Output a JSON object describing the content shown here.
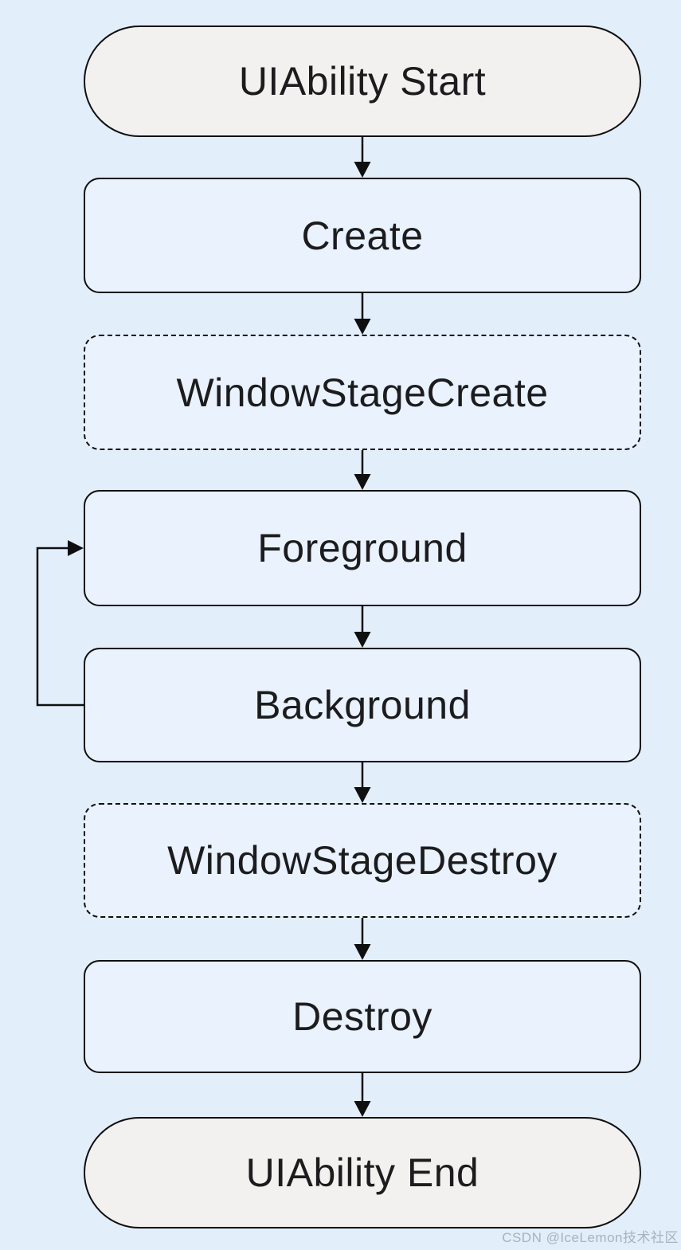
{
  "nodes": [
    {
      "id": "uiability-start",
      "label": "UIAbility Start",
      "shape": "stadium"
    },
    {
      "id": "create",
      "label": "Create",
      "shape": "rect"
    },
    {
      "id": "window-stage-create",
      "label": "WindowStageCreate",
      "shape": "rect-dashed"
    },
    {
      "id": "foreground",
      "label": "Foreground",
      "shape": "rect"
    },
    {
      "id": "background",
      "label": "Background",
      "shape": "rect"
    },
    {
      "id": "window-stage-destroy",
      "label": "WindowStageDestroy",
      "shape": "rect-dashed"
    },
    {
      "id": "destroy",
      "label": "Destroy",
      "shape": "rect"
    },
    {
      "id": "uiability-end",
      "label": "UIAbility End",
      "shape": "stadium"
    }
  ],
  "edges": [
    {
      "from": "uiability-start",
      "to": "create",
      "type": "down-arrow"
    },
    {
      "from": "create",
      "to": "window-stage-create",
      "type": "down-arrow"
    },
    {
      "from": "window-stage-create",
      "to": "foreground",
      "type": "down-arrow"
    },
    {
      "from": "foreground",
      "to": "background",
      "type": "down-arrow"
    },
    {
      "from": "background",
      "to": "foreground",
      "type": "loop-left-arrow"
    },
    {
      "from": "background",
      "to": "window-stage-destroy",
      "type": "down-arrow"
    },
    {
      "from": "window-stage-destroy",
      "to": "destroy",
      "type": "down-arrow"
    },
    {
      "from": "destroy",
      "to": "uiability-end",
      "type": "down-arrow"
    }
  ],
  "colors": {
    "canvas_bg": "#e3eefb",
    "node_fill": "#e9f2fd",
    "terminal_fill": "#f2f1ef",
    "stroke": "#0f0f0f",
    "text": "#1c1c1e",
    "watermark": "#a9b2bf"
  },
  "watermark": {
    "text": "CSDN @IceLemon技术社区"
  }
}
